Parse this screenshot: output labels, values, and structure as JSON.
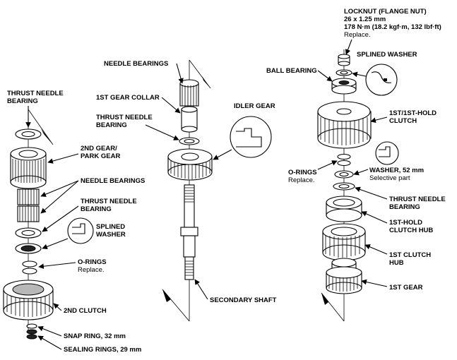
{
  "left_assembly": {
    "thrust_needle_bearing_top": [
      "THRUST NEEDLE",
      "BEARING"
    ],
    "second_gear_park_gear": [
      "2ND GEAR/",
      "PARK GEAR"
    ],
    "needle_bearings": "NEEDLE BEARINGS",
    "thrust_needle_bearing_mid": [
      "THRUST NEEDLE",
      "BEARING"
    ],
    "splined_washer": [
      "SPLINED",
      "WASHER"
    ],
    "o_rings": "O-RINGS",
    "o_rings_note": "Replace.",
    "second_clutch": "2ND CLUTCH",
    "snap_ring": "SNAP RING, 32 mm",
    "sealing_rings": "SEALING RINGS, 29 mm"
  },
  "center_assembly": {
    "needle_bearings": "NEEDLE BEARINGS",
    "first_gear_collar": "1ST GEAR COLLAR",
    "thrust_needle_bearing": [
      "THRUST NEEDLE",
      "BEARING"
    ],
    "idler_gear": "IDLER GEAR",
    "secondary_shaft": "SECONDARY SHAFT"
  },
  "right_assembly": {
    "locknut": [
      "LOCKNUT (FLANGE NUT)",
      "26 x 1.25 mm",
      "178 N·m (18.2 kgf·m, 132 lbf·ft)"
    ],
    "locknut_note": "Replace.",
    "splined_washer": "SPLINED WASHER",
    "ball_bearing": "BALL BEARING",
    "first_clutch": [
      "1ST/1ST-HOLD",
      "CLUTCH"
    ],
    "o_rings": "O-RINGS",
    "o_rings_note": "Replace.",
    "washer": "WASHER, 52 mm",
    "washer_note": "Selective part",
    "thrust_needle_bearing": [
      "THRUST NEEDLE",
      "BEARING"
    ],
    "first_hold_clutch_hub": [
      "1ST-HOLD",
      "CLUTCH HUB"
    ],
    "first_clutch_hub": [
      "1ST CLUTCH",
      "HUB"
    ],
    "first_gear": "1ST GEAR"
  }
}
